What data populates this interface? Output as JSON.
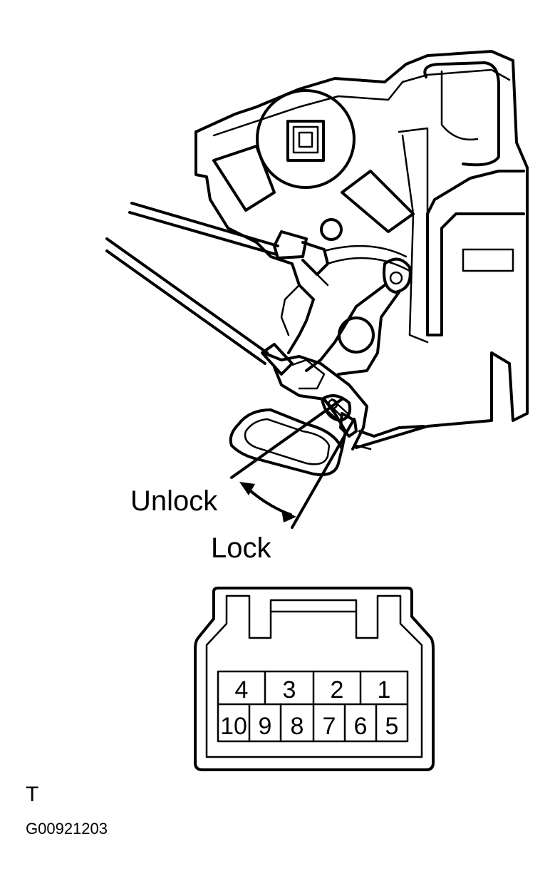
{
  "labels": {
    "unlock": "Unlock",
    "lock": "Lock",
    "view_code": "T",
    "figure_code": "G00921203"
  },
  "connector": {
    "top_row": [
      "4",
      "3",
      "2",
      "1"
    ],
    "bottom_row": [
      "10",
      "9",
      "8",
      "7",
      "6",
      "5"
    ]
  }
}
